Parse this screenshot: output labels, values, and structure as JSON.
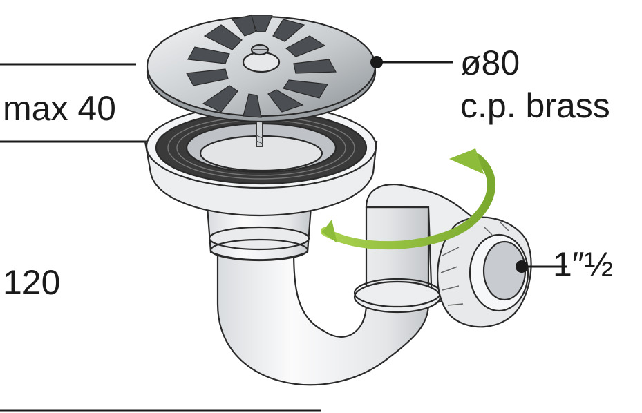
{
  "labels": {
    "max_depth": "max 40",
    "height": "120",
    "diameter": "ø80",
    "material": "c.p. brass",
    "thread": "1″½"
  },
  "colors": {
    "line": "#1a1a1a",
    "arrow": "#8dbb3a",
    "metal": "#c9cdd0",
    "gasket": "#3a3a3a",
    "plastic": "#f1f2f3",
    "plastic_shade": "#d5d8db"
  },
  "icons": {
    "rotation": "rotate-arrow-icon",
    "callout": "callout-dot-icon"
  }
}
